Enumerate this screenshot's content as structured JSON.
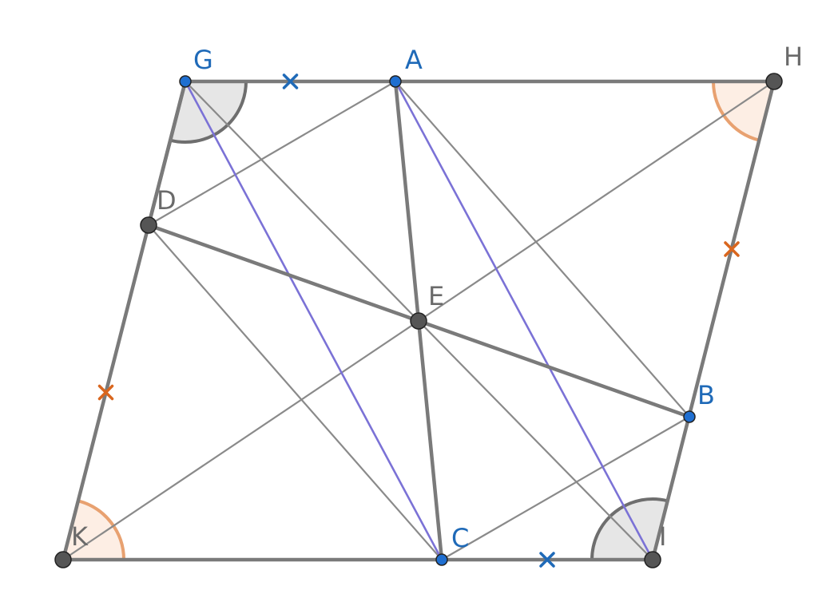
{
  "figure": {
    "colors": {
      "edge": "#7a7a7a",
      "line": "#8a8a8a",
      "blue_segment": "#7b72d6",
      "blue_point": "#1f6fd1",
      "gray_point": "#555555",
      "label_blue": "#1f6ab8",
      "label_gray": "#6a6a6a",
      "tick_blue": "#1f6ab8",
      "tick_orange": "#d9661e",
      "angle_gray_fill": "#e6e6e6",
      "angle_gray_stroke": "#6e6e6e",
      "angle_orange_fill": "#fdeee4",
      "angle_orange_stroke": "#e8a170"
    },
    "points": [
      {
        "name": "G",
        "label": "G",
        "kind": "blue"
      },
      {
        "name": "A",
        "label": "A",
        "kind": "blue"
      },
      {
        "name": "H",
        "label": "H",
        "kind": "gray"
      },
      {
        "name": "D",
        "label": "D",
        "kind": "gray"
      },
      {
        "name": "E",
        "label": "E",
        "kind": "gray"
      },
      {
        "name": "B",
        "label": "B",
        "kind": "blue"
      },
      {
        "name": "K",
        "label": "K",
        "kind": "gray"
      },
      {
        "name": "C",
        "label": "C",
        "kind": "blue"
      },
      {
        "name": "I",
        "label": "I",
        "kind": "gray"
      }
    ],
    "thick_segments": [
      [
        "G",
        "H"
      ],
      [
        "H",
        "I"
      ],
      [
        "I",
        "K"
      ],
      [
        "K",
        "G"
      ],
      [
        "G",
        "D"
      ],
      [
        "D",
        "E"
      ],
      [
        "E",
        "B"
      ],
      [
        "A",
        "E"
      ],
      [
        "E",
        "C"
      ]
    ],
    "thin_segments": [
      [
        "D",
        "A"
      ],
      [
        "D",
        "C"
      ],
      [
        "A",
        "B"
      ],
      [
        "C",
        "B"
      ],
      [
        "G",
        "E"
      ],
      [
        "E",
        "I"
      ],
      [
        "K",
        "E"
      ],
      [
        "E",
        "H"
      ]
    ],
    "blue_segments": [
      [
        "G",
        "C"
      ],
      [
        "A",
        "I"
      ]
    ],
    "tick_marks": [
      {
        "on": [
          "G",
          "A"
        ],
        "color": "blue"
      },
      {
        "on": [
          "C",
          "I"
        ],
        "color": "blue"
      },
      {
        "on": [
          "H",
          "B"
        ],
        "color": "orange"
      },
      {
        "on": [
          "K",
          "D"
        ],
        "color": "orange"
      }
    ],
    "angle_marks": [
      {
        "vertex": "G",
        "from": "H",
        "to": "K",
        "style": "gray"
      },
      {
        "vertex": "I",
        "from": "K",
        "to": "H",
        "style": "gray"
      },
      {
        "vertex": "H",
        "from": "G",
        "to": "I",
        "style": "orange"
      },
      {
        "vertex": "K",
        "from": "I",
        "to": "G",
        "style": "orange"
      }
    ]
  }
}
